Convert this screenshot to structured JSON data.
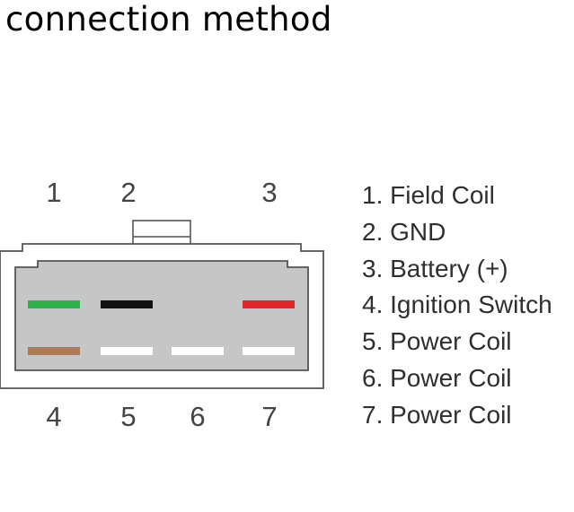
{
  "title": "connection method",
  "top_pins": [
    "1",
    "2",
    "3"
  ],
  "bottom_pins": [
    "4",
    "5",
    "6",
    "7"
  ],
  "legend": [
    "1. Field Coil",
    "2. GND",
    "3. Battery (+)",
    "4. Ignition Switch",
    "5. Power Coil",
    "6. Power Coil",
    "7. Power Coil"
  ],
  "wire_colors": {
    "pin1": "#2db34a",
    "pin2": "#111111",
    "pin3": "#e3262b",
    "pin4": "#b07a55",
    "pin5": "#ffffff",
    "pin6": "#ffffff",
    "pin7": "#ffffff"
  }
}
